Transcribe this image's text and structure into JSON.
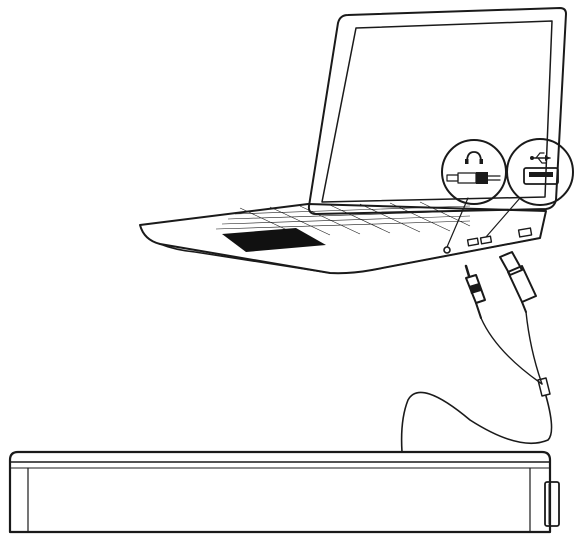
{
  "scene": {
    "laptop": {
      "name": "laptop"
    },
    "ports": [
      "headphone-jack",
      "usb-port"
    ],
    "callouts": [
      {
        "id": "headphone",
        "icon": "headphone-icon"
      },
      {
        "id": "usb",
        "icon": "usb-icon"
      }
    ],
    "cables": [
      "audio-plug",
      "usb-plug",
      "y-cable"
    ],
    "device": {
      "name": "soundbar"
    }
  }
}
